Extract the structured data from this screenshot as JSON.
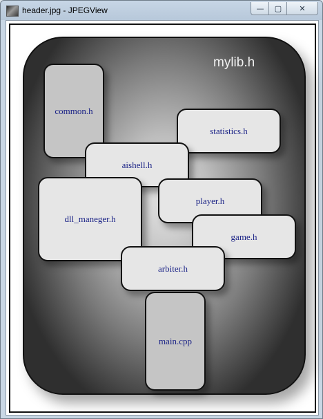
{
  "window": {
    "title": "header.jpg - JPEGView",
    "minimize_glyph": "—",
    "maximize_glyph": "▢",
    "close_glyph": "✕"
  },
  "diagram": {
    "title": "mylib.h",
    "nodes": {
      "common": "common.h",
      "statistics": "statistics.h",
      "aishell": "aishell.h",
      "player": "player.h",
      "dll_maneger": "dll_maneger.h",
      "game": "game.h",
      "arbiter": "arbiter.h",
      "main": "main.cpp"
    }
  }
}
